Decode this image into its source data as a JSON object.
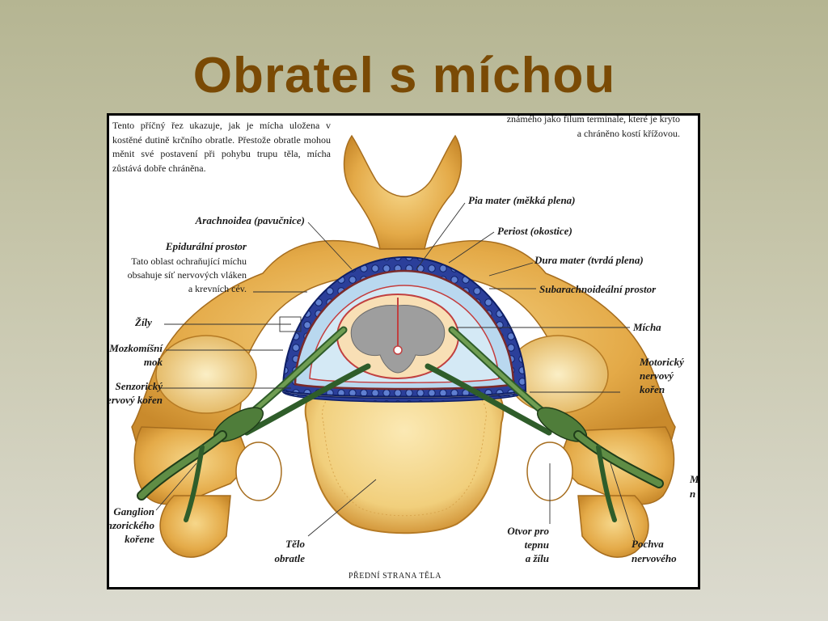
{
  "slide": {
    "title": "Obratel s míchou"
  },
  "figure": {
    "intro_left": "Tento příčný řez ukazuje, jak je mícha uložena v kostěné dutině krčního obratle. Přestože obratle mohou měnit své postavení při pohybu trupu těla, mícha zůstává dobře chráněna.",
    "intro_right": "známého jako filum terminale, které je kryto a chráněno kostí křížovou.",
    "labels": {
      "arachnoidea": "Arachnoidea (pavučnice)",
      "pia_mater": "Pia mater (měkká plena)",
      "periost": "Periost (okostice)",
      "dura_mater": "Dura mater (tvrdá plena)",
      "subarachnoid": "Subarachnoideální prostor",
      "epidural": "Epidurální prostor",
      "epidural_desc_1": "Tato oblast ochraňující míchu",
      "epidural_desc_2": "obsahuje síť nervových vláken",
      "epidural_desc_3": "a krevních cév.",
      "veins": "Žíly",
      "csf_1": "Mozkomíšní",
      "csf_2": "mok",
      "spinal_cord": "Mícha",
      "motor_1": "Motorický",
      "motor_2": "nervový",
      "motor_3": "kořen",
      "sensory_1": "Senzorický",
      "sensory_2": "nervový kořen",
      "ganglion_1": "Ganglion",
      "ganglion_2": "senzorického",
      "ganglion_3": "kořene",
      "body_1": "Tělo",
      "body_2": "obratle",
      "foramen_1": "Otvor pro",
      "foramen_2": "tepnu",
      "foramen_3": "a žílu",
      "sheath_1": "Pochva",
      "sheath_2": "nervového",
      "nerve_cut_1": "M",
      "nerve_cut_2": "n",
      "front_side": "PŘEDNÍ STRANA TĚLA"
    }
  }
}
